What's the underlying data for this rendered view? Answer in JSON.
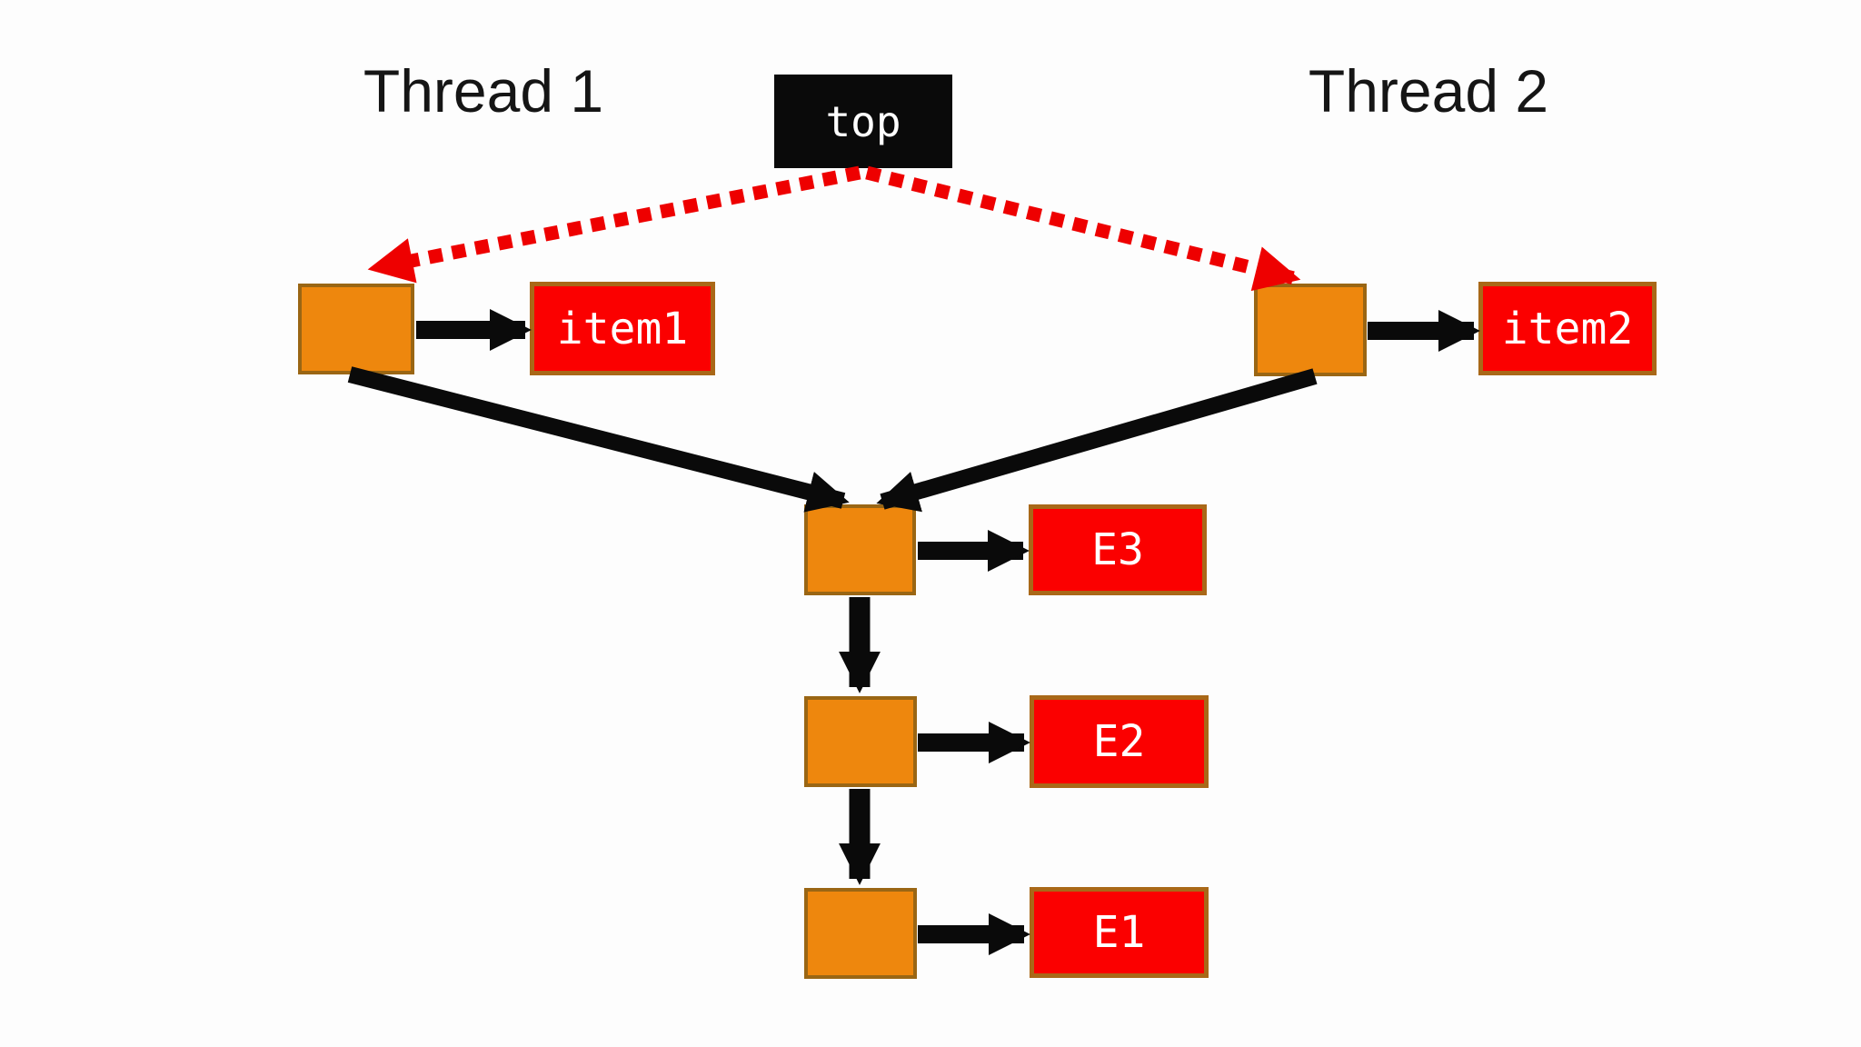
{
  "labels": {
    "thread1": "Thread 1",
    "thread2": "Thread 2",
    "top": "top",
    "item1": "item1",
    "item2": "item2",
    "e3": "E3",
    "e2": "E2",
    "e1": "E1"
  },
  "colors": {
    "background": "#FDFDFD",
    "node_fill": "#EE870D",
    "node_border": "#9A6614",
    "value_fill": "#FB0000",
    "value_border": "#A96818",
    "top_box_fill": "#0A0A0A",
    "top_box_text": "#FFFFFF",
    "solid_arrow": "#0A0A0A",
    "dashed_arrow": "#EE0000",
    "thread_label_text": "#151515"
  },
  "structure": {
    "nodes": [
      {
        "id": "top",
        "label": "top",
        "type": "pointer-box"
      },
      {
        "id": "node-thread1",
        "label": "",
        "type": "stack-node",
        "owner": "Thread 1"
      },
      {
        "id": "node-thread2",
        "label": "",
        "type": "stack-node",
        "owner": "Thread 2"
      },
      {
        "id": "node-e3",
        "label": "",
        "type": "stack-node"
      },
      {
        "id": "node-e2",
        "label": "",
        "type": "stack-node"
      },
      {
        "id": "node-e1",
        "label": "",
        "type": "stack-node"
      },
      {
        "id": "item1",
        "label": "item1",
        "type": "value-box"
      },
      {
        "id": "item2",
        "label": "item2",
        "type": "value-box"
      },
      {
        "id": "E3",
        "label": "E3",
        "type": "value-box"
      },
      {
        "id": "E2",
        "label": "E2",
        "type": "value-box"
      },
      {
        "id": "E1",
        "label": "E1",
        "type": "value-box"
      }
    ],
    "edges": [
      {
        "from": "top",
        "to": "node-thread1",
        "style": "red-dotted"
      },
      {
        "from": "top",
        "to": "node-thread2",
        "style": "red-dotted"
      },
      {
        "from": "node-thread1",
        "to": "item1",
        "style": "black-solid"
      },
      {
        "from": "node-thread2",
        "to": "item2",
        "style": "black-solid"
      },
      {
        "from": "node-thread1",
        "to": "node-e3",
        "style": "black-solid"
      },
      {
        "from": "node-thread2",
        "to": "node-e3",
        "style": "black-solid"
      },
      {
        "from": "node-e3",
        "to": "E3",
        "style": "black-solid"
      },
      {
        "from": "node-e3",
        "to": "node-e2",
        "style": "black-solid"
      },
      {
        "from": "node-e2",
        "to": "E2",
        "style": "black-solid"
      },
      {
        "from": "node-e2",
        "to": "node-e1",
        "style": "black-solid"
      },
      {
        "from": "node-e1",
        "to": "E1",
        "style": "black-solid"
      }
    ]
  }
}
